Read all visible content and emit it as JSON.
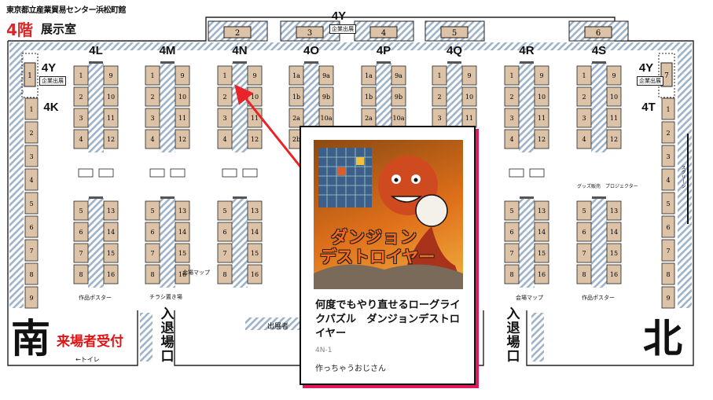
{
  "header": {
    "line1": "東京都立産業貿易センター浜松町館",
    "floor": "4階",
    "room": "展示室"
  },
  "sections": [
    {
      "label": "4L"
    },
    {
      "label": "4M"
    },
    {
      "label": "4N"
    },
    {
      "label": "4O"
    },
    {
      "label": "4P"
    },
    {
      "label": "4Q"
    },
    {
      "label": "4R"
    },
    {
      "label": "4S"
    }
  ],
  "side_labels": {
    "top_4y": "4Y",
    "left_4y": "4Y",
    "right_4y": "4Y",
    "corp": "企業出展",
    "left_4k": "4K",
    "right_4t": "4T"
  },
  "top_booths": [
    "2",
    "3",
    "4",
    "5",
    "6"
  ],
  "side_booths": {
    "left": "1",
    "right": "7"
  },
  "wall_column": [
    "1",
    "2",
    "3",
    "4",
    "5",
    "6",
    "7",
    "8",
    "9"
  ],
  "aisle_pairs": {
    "upper": [
      [
        "1",
        "9"
      ],
      [
        "2",
        "10"
      ],
      [
        "3",
        "11"
      ],
      [
        "4",
        "12"
      ]
    ],
    "lower": [
      [
        "5",
        "13"
      ],
      [
        "6",
        "14"
      ],
      [
        "7",
        "15"
      ],
      [
        "8",
        "16"
      ]
    ],
    "o_upper": [
      [
        "1a",
        "9a"
      ],
      [
        "1b",
        "9b"
      ],
      [
        "2a",
        "10a"
      ],
      [
        "2b",
        "10b"
      ]
    ]
  },
  "labels": {
    "poster": "作品ポスター",
    "venue_map": "会場マップ",
    "flyer": "チラシ置き場",
    "goods": "グッズ販売",
    "projector": "プロジェクター",
    "screen": "スクリーン",
    "exhibitor": "出展者",
    "toilet": "←トイレ"
  },
  "compass": {
    "south": "南",
    "north": "北"
  },
  "reception": "来場者受付",
  "entrance": "入退場口",
  "colors": {
    "booth_fill": "#dcc2a6",
    "aisle_stripe": "#9fb3c8",
    "floor_accent": "#d8282a",
    "arrow": "#e8232a",
    "card_shadow": "#e0195a"
  },
  "popup": {
    "banner_line1": "ダンジョン",
    "banner_line2": "デストロイヤー",
    "title": "何度でもやり直せるローグライクパズル　ダンジョンデストロイヤー",
    "booth_id": "4N-1",
    "author": "作っちゃうおじさん"
  }
}
